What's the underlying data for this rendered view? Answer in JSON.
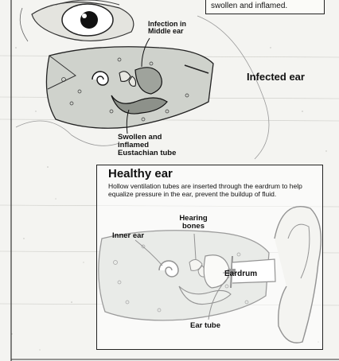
{
  "top_note": {
    "text": "swollen and inflamed."
  },
  "infected_section": {
    "title": "Infected ear",
    "infection_label": "Infection in Middle ear",
    "swollen_label_line1": "Swollen and",
    "swollen_label_line2": "inflamed",
    "swollen_label_line3": "Eustachian tube"
  },
  "healthy_section": {
    "title": "Healthy ear",
    "description": "Hollow ventilation tubes are inserted through the eardrum to help equalize pressure in the ear, prevent the buildup of fluid.",
    "hearing_bones_label": "Hearing bones",
    "inner_ear_label": "Inner ear",
    "eardrum_label": "Eardrum",
    "ear_tube_label": "Ear tube"
  }
}
